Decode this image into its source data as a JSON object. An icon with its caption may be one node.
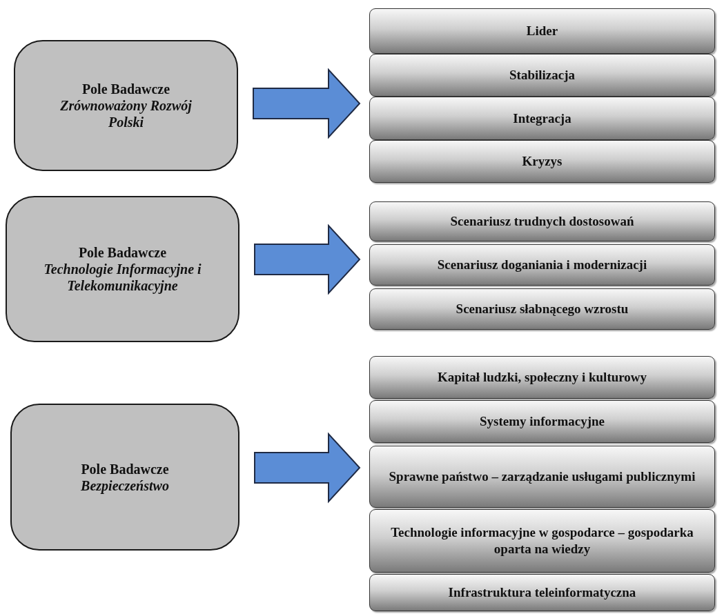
{
  "diagram": {
    "nodes": [
      {
        "text": [
          "Pole Badawcze",
          "Zrównoważony Rozwój Polski"
        ]
      },
      {
        "text": [
          "Lider"
        ]
      },
      {
        "text": [
          "Stabilizacja"
        ]
      },
      {
        "text": [
          "Integracja"
        ]
      },
      {
        "text": [
          "Kryzys"
        ]
      },
      {
        "text": [
          "Pole Badawcze",
          "Technologie Informacyjne i Telekomunikacyjne"
        ]
      },
      {
        "text": [
          "Scenariusz trudnych dostosowań"
        ]
      },
      {
        "text": [
          "Scenariusz doganiania i modernizacji"
        ]
      },
      {
        "text": [
          "Scenariusz słabnącego wzrostu"
        ]
      },
      {
        "text": [
          "Pole Badawcze",
          "Bezpieczeństwo"
        ]
      },
      {
        "text": [
          "Kapitał ludzki, społeczny i kulturowy"
        ]
      },
      {
        "text": [
          "Systemy informacyjne"
        ]
      },
      {
        "text": [
          "Sprawne państwo – zarządzanie usługami publicznymi"
        ]
      },
      {
        "text": [
          "Technologie informacyjne w gospodarce – gospodarka oparta na wiedzy"
        ]
      },
      {
        "text": [
          "Infrastruktura teleinformatyczna"
        ]
      }
    ],
    "edges": [
      {
        "from": 0,
        "to": 3,
        "arrow": "to"
      },
      {
        "from": 5,
        "to": 7,
        "arrow": "to"
      },
      {
        "from": 9,
        "to": 12,
        "arrow": "to"
      }
    ]
  }
}
